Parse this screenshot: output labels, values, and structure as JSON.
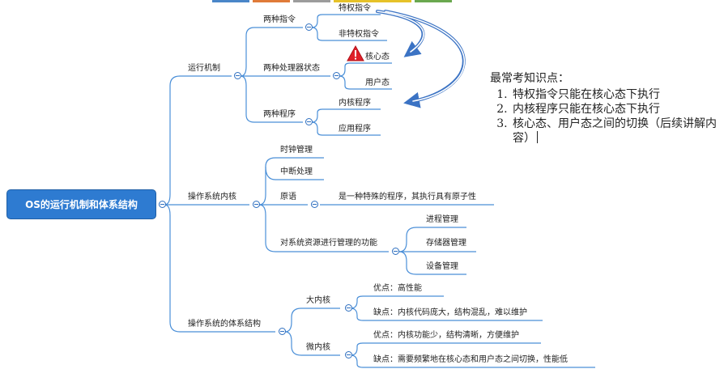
{
  "root": {
    "label": "OS的运行机制和体系结构"
  },
  "branches": {
    "mechanism": {
      "label": "运行机制",
      "instructions": {
        "label": "两种指令",
        "items": [
          "特权指令",
          "非特权指令"
        ]
      },
      "states": {
        "label": "两种处理器状态",
        "items": [
          "核心态",
          "用户态"
        ]
      },
      "programs": {
        "label": "两种程序",
        "items": [
          "内核程序",
          "应用程序"
        ]
      }
    },
    "kernel": {
      "label": "操作系统内核",
      "clock": "时钟管理",
      "interrupt": "中断处理",
      "primitive": {
        "label": "原语",
        "desc": "是一种特殊的程序，其执行具有原子性"
      },
      "resources": {
        "label": "对系统资源进行管理的功能",
        "items": [
          "进程管理",
          "存储器管理",
          "设备管理"
        ]
      }
    },
    "architecture": {
      "label": "操作系统的体系结构",
      "macro": {
        "label": "大内核",
        "pro": "优点：高性能",
        "con": "缺点：内核代码庞大，结构混乱，难以维护"
      },
      "micro": {
        "label": "微内核",
        "pro": "优点：内核功能少，结构清晰，方便维护",
        "con": "缺点：需要频繁地在核心态和用户态之间切换，性能低"
      }
    }
  },
  "notes": {
    "title": "最常考知识点：",
    "items": [
      "特权指令只能在核心态下执行",
      "内核程序只能在核心态下执行",
      "核心态、用户态之间的切换（后续讲解内容）"
    ]
  },
  "colors": {
    "line": "#4a8fd8",
    "root": "#2e7bd1",
    "arrow": "#3b73c4",
    "warning": "#e0202a"
  },
  "icons": {
    "warning": "warning-icon",
    "toggle": "collapse-icon"
  }
}
